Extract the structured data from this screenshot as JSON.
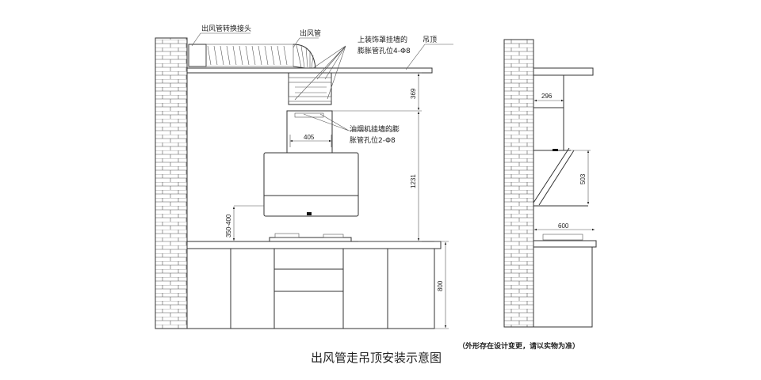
{
  "title": "出风管走吊顶安装示意图",
  "note": "（外形存在设计变更，请以实物为准）",
  "labels": {
    "adapter": "出风管转换接头",
    "duct": "出风管",
    "cover_holes_1": "上装饰罩挂墙的",
    "cover_holes_2": "膨胀管孔位4-Φ8",
    "ceiling": "吊顶",
    "hood_holes_1": "油烟机挂墙的膨",
    "hood_holes_2": "胀管孔位2-Φ8"
  },
  "dimensions": {
    "d369": "369",
    "d405": "405",
    "d1231": "1231",
    "d350_400": "350-400",
    "d800": "800",
    "d296": "296",
    "d503": "503",
    "d600": "600"
  }
}
